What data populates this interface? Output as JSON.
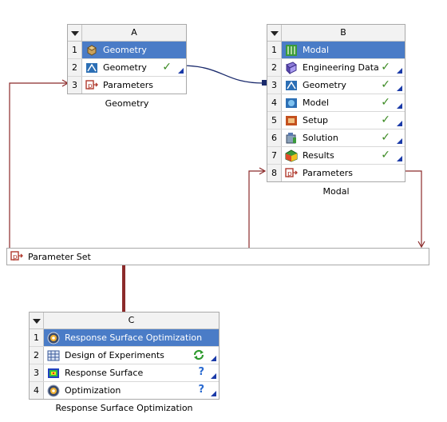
{
  "system_a": {
    "letter": "A",
    "caption": "Geometry",
    "rows": [
      {
        "num": "1",
        "label": "Geometry",
        "icon": "geometry-system-icon"
      },
      {
        "num": "2",
        "label": "Geometry",
        "icon": "geometry-icon",
        "status": "check"
      },
      {
        "num": "3",
        "label": "Parameters",
        "icon": "parameters-icon"
      }
    ]
  },
  "system_b": {
    "letter": "B",
    "caption": "Modal",
    "rows": [
      {
        "num": "1",
        "label": "Modal",
        "icon": "modal-system-icon"
      },
      {
        "num": "2",
        "label": "Engineering Data",
        "icon": "engineering-data-icon",
        "status": "check"
      },
      {
        "num": "3",
        "label": "Geometry",
        "icon": "geometry-icon",
        "status": "check"
      },
      {
        "num": "4",
        "label": "Model",
        "icon": "model-icon",
        "status": "check"
      },
      {
        "num": "5",
        "label": "Setup",
        "icon": "setup-icon",
        "status": "check"
      },
      {
        "num": "6",
        "label": "Solution",
        "icon": "solution-icon",
        "status": "check"
      },
      {
        "num": "7",
        "label": "Results",
        "icon": "results-icon",
        "status": "check"
      },
      {
        "num": "8",
        "label": "Parameters",
        "icon": "parameters-icon"
      }
    ]
  },
  "parameter_set": {
    "label": "Parameter Set"
  },
  "system_c": {
    "letter": "C",
    "caption": "Response Surface Optimization",
    "rows": [
      {
        "num": "1",
        "label": "Response Surface Optimization",
        "icon": "optimization-system-icon"
      },
      {
        "num": "2",
        "label": "Design of Experiments",
        "icon": "doe-icon",
        "status": "refresh"
      },
      {
        "num": "3",
        "label": "Response Surface",
        "icon": "response-surface-icon",
        "status": "unknown"
      },
      {
        "num": "4",
        "label": "Optimization",
        "icon": "optimization-icon",
        "status": "unknown"
      }
    ]
  },
  "colors": {
    "selected": "#4a7cc7",
    "link": "#8b2a2a",
    "geometry_link": "#1a2a6c",
    "check": "#3b8a22"
  }
}
